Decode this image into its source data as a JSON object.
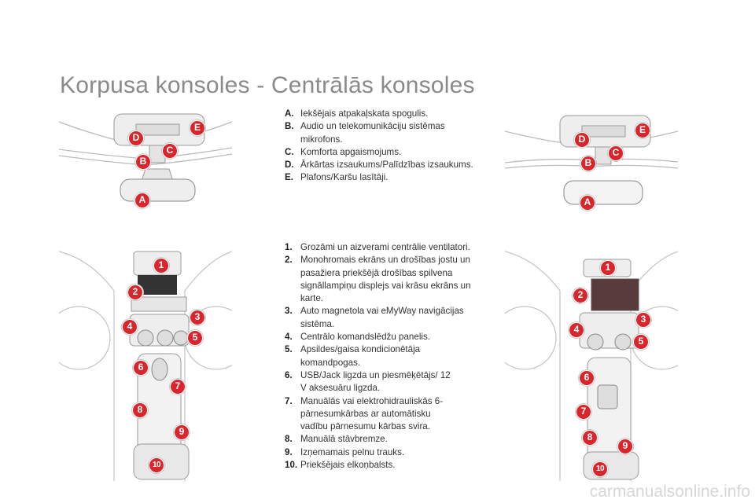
{
  "page": {
    "title": "Korpusa konsoles - Centrālās konsoles",
    "watermark": "carmanualsonline.info"
  },
  "colors": {
    "badge": "#d9262c",
    "title": "#8a8a8a"
  },
  "top_list": [
    {
      "key": "A.",
      "text": "Iekšējais atpakaļskata spogulis."
    },
    {
      "key": "B.",
      "text": "Audio un telekomunikāciju sistēmas mikrofons."
    },
    {
      "key": "C.",
      "text": "Komforta apgaismojums."
    },
    {
      "key": "D.",
      "text": "Ārkārtas izsaukums/Palīdzības izsaukums."
    },
    {
      "key": "E.",
      "text": "Plafons/Karšu lasītāji."
    }
  ],
  "bottom_list": [
    {
      "key": "1.",
      "text": "Grozāmi un aizverami centrālie ventilatori."
    },
    {
      "key": "2.",
      "text": "Monohromais ekrāns un drošības jostu un pasažiera priekšējā drošības spilvena signāllampiņu displejs vai krāsu ekrāns un karte."
    },
    {
      "key": "3.",
      "text": "Auto magnetola vai eMyWay navigācijas sistēma."
    },
    {
      "key": "4.",
      "text": "Centrālo komandslēdžu panelis."
    },
    {
      "key": "5.",
      "text": "Apsildes/gaisa kondicionētāja komandpogas."
    },
    {
      "key": "6.",
      "text": "USB/Jack ligzda un piesmēķētājs/ 12 V aksesuāru ligzda."
    },
    {
      "key": "7.",
      "text": "Manuālās vai elektrohidrauliskās 6-pārnesumkārbas ar automātisku vadību pārnesumu kārbas svira."
    },
    {
      "key": "8.",
      "text": "Manuālā stāvbremze."
    },
    {
      "key": "9.",
      "text": "Izņemamais pelnu trauks."
    },
    {
      "key": "10.",
      "text": "Priekšējais elkoņbalsts."
    }
  ],
  "badges_letters": [
    "A",
    "B",
    "C",
    "D",
    "E"
  ],
  "badges_numbers": [
    "1",
    "2",
    "3",
    "4",
    "5",
    "6",
    "7",
    "8",
    "9",
    "10"
  ]
}
